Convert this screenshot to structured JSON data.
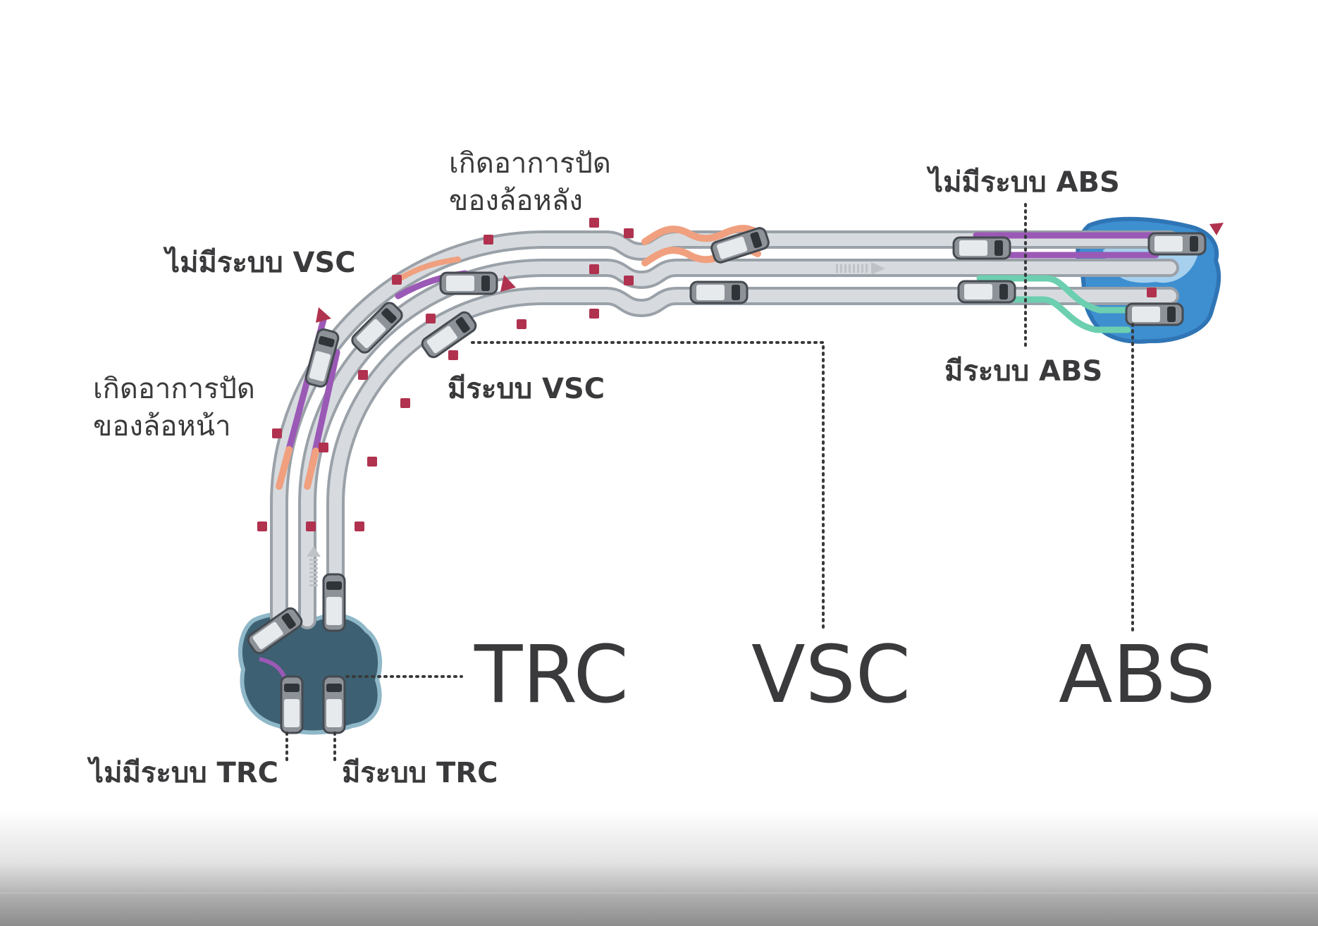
{
  "labels": {
    "without_vsc": "ไม่มีระบบ VSC",
    "with_vsc": "มีระบบ VSC",
    "front_skid_line1": "เกิดอาการปัด",
    "front_skid_line2": "ของล้อหน้า",
    "rear_skid_line1": "เกิดอาการปัด",
    "rear_skid_line2": "ของล้อหลัง",
    "without_abs": "ไม่มีระบบ ABS",
    "with_abs": "มีระบบ ABS",
    "without_trc": "ไม่มีระบบ TRC",
    "with_trc": "มีระบบ TRC"
  },
  "systems": {
    "trc": "TRC",
    "vsc": "VSC",
    "abs": "ABS"
  },
  "colors": {
    "road_fill": "#d7dbdf",
    "road_edge": "#9aa1a8",
    "without_system_trail": "#9b59b6",
    "skid_trail": "#f0a07f",
    "with_abs_trail": "#6ccfb0",
    "cone": "#b0324f",
    "water_abs": "#3e8fd0",
    "water_trc": "#3d6072",
    "text": "#3a3a3c"
  }
}
